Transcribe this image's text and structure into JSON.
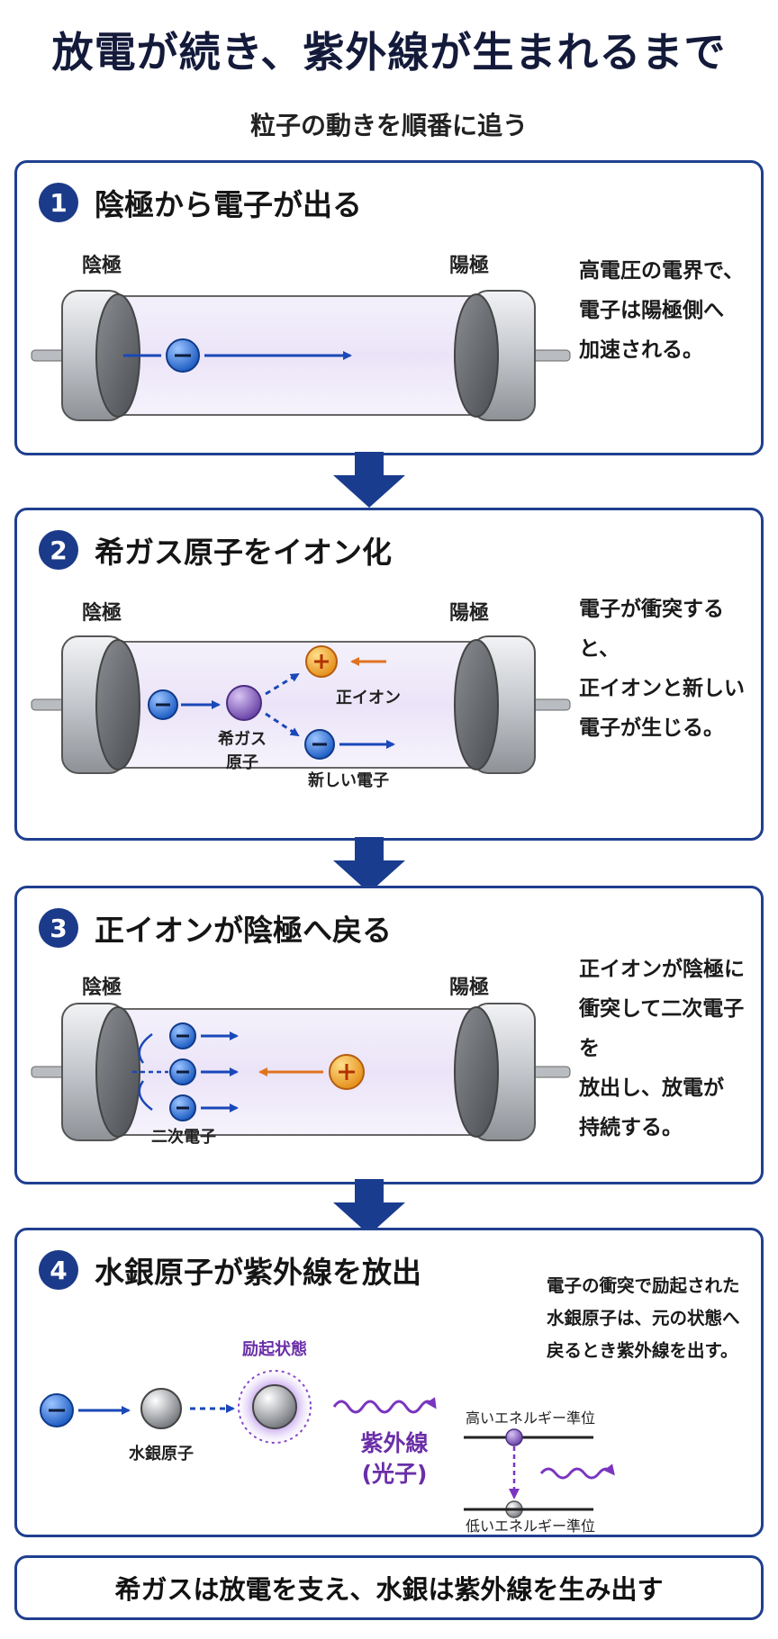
{
  "title": "放電が続き、紫外線が生まれるまで",
  "subtitle": "粒子の動きを順番に追う",
  "steps": [
    {
      "number": "1",
      "title": "陰極から電子が出る",
      "cathode": "陰極",
      "anode": "陽極",
      "description": "高電圧の電界で、\n電子は陽極側へ\n加速される。"
    },
    {
      "number": "2",
      "title": "希ガス原子をイオン化",
      "cathode": "陰極",
      "anode": "陽極",
      "description": "電子が衝突すると、\n正イオンと新しい\n電子が生じる。",
      "label_gas_atom": "希ガス\n原子",
      "label_positive_ion": "正イオン",
      "label_new_electron": "新しい電子"
    },
    {
      "number": "3",
      "title": "正イオンが陰極へ戻る",
      "cathode": "陰極",
      "anode": "陽極",
      "description": "正イオンが陰極に\n衝突して二次電子を\n放出し、放電が\n持続する。",
      "label_secondary": "二次電子"
    },
    {
      "number": "4",
      "title": "水銀原子が紫外線を放出",
      "description": "電子の衝突で励起された\n水銀原子は、元の状態へ\n戻るとき紫外線を出す。",
      "label_mercury": "水銀原子",
      "label_excited": "励起状態",
      "label_uv": "紫外線\n(光子)",
      "label_high_level": "高いエネルギー準位",
      "label_low_level": "低いエネルギー準位"
    }
  ],
  "footer": "希ガスは放電を支え、水銀は紫外線を生み出す",
  "colors": {
    "frame": "#1f3f8f",
    "electron": "#2f6fd0",
    "ion": "#e89a2a",
    "arrow_blue": "#1a48b8",
    "arrow_orange": "#e0731f",
    "uv": "#7a35c0"
  }
}
